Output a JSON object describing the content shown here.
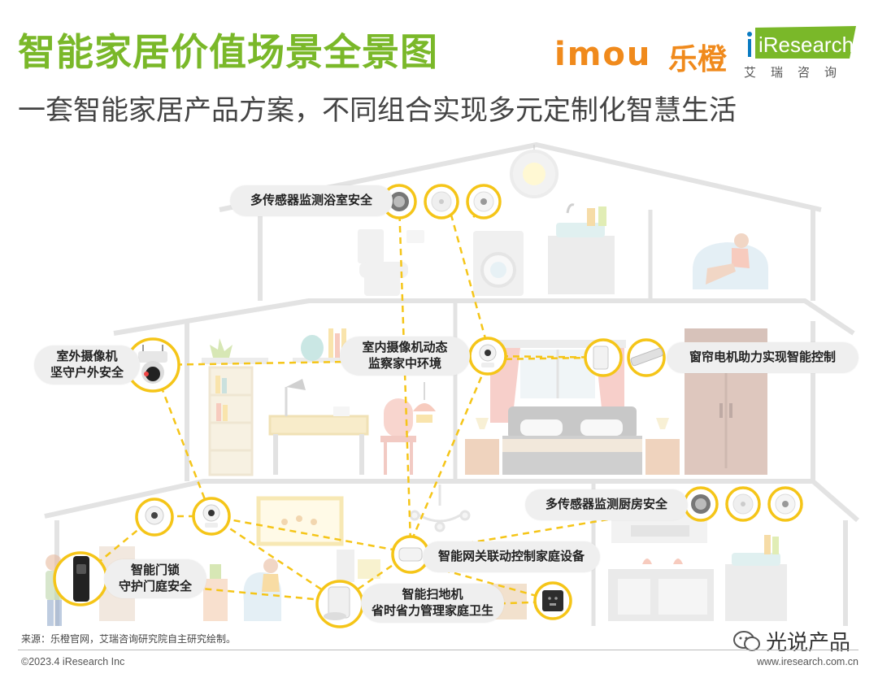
{
  "header": {
    "title": "智能家居价值场景全景图",
    "subtitle": "一套智能家居产品方案，不同组合实现多元定制化智慧生活",
    "brand_imou": "imou",
    "brand_lecheng": "乐橙",
    "brand_iresearch": "iResearch",
    "brand_iresearch_cn": "艾瑞咨询"
  },
  "labels": {
    "bath": "多传感器监测浴室安全",
    "outdoor_cam_1": "室外摄像机",
    "outdoor_cam_2": "坚守户外安全",
    "indoor_cam_1": "室内摄像机动态",
    "indoor_cam_2": "监察家中环境",
    "curtain": "窗帘电机助力实现智能控制",
    "kitchen": "多传感器监测厨房安全",
    "gateway": "智能网关联动控制家庭设备",
    "lock_1": "智能门锁",
    "lock_2": "守护门庭安全",
    "robot_1": "智能扫地机",
    "robot_2": "省时省力管理家庭卫生"
  },
  "footer": {
    "source": "来源：乐橙官网，艾瑞咨询研究院自主研究绘制。",
    "copyright": "©2023.4 iResearch Inc",
    "url": "www.iresearch.com.cn",
    "watermark": "光说产品"
  },
  "colors": {
    "title_green": "#7ab829",
    "accent_yellow": "#f5c518",
    "brand_orange": "#f08a1c",
    "house_line": "#e2e2e2",
    "label_bg": "#efefef"
  }
}
